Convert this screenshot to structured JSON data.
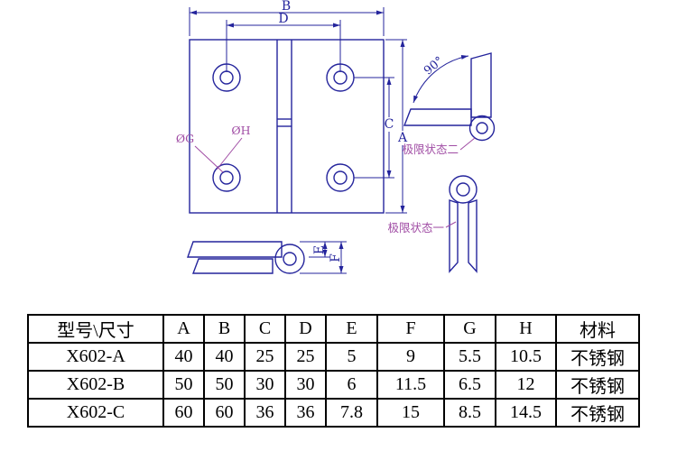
{
  "drawing": {
    "labels": {
      "b": "B",
      "d": "D",
      "a": "A",
      "c": "C",
      "e": "E",
      "f": "F",
      "dia_g": "ØG",
      "dia_h": "ØH",
      "angle": "90°",
      "limit_state_two": "极限状态二",
      "limit_state_one": "极限状态一"
    },
    "colors": {
      "line": "#24249c",
      "annotation": "#a04ca4"
    }
  },
  "table": {
    "headers": [
      "型号\\尺寸",
      "A",
      "B",
      "C",
      "D",
      "E",
      "F",
      "G",
      "H",
      "材料"
    ],
    "rows": [
      [
        "X602-A",
        "40",
        "40",
        "25",
        "25",
        "5",
        "9",
        "5.5",
        "10.5",
        "不锈钢"
      ],
      [
        "X602-B",
        "50",
        "50",
        "30",
        "30",
        "6",
        "11.5",
        "6.5",
        "12",
        "不锈钢"
      ],
      [
        "X602-C",
        "60",
        "60",
        "36",
        "36",
        "7.8",
        "15",
        "8.5",
        "14.5",
        "不锈钢"
      ]
    ]
  }
}
